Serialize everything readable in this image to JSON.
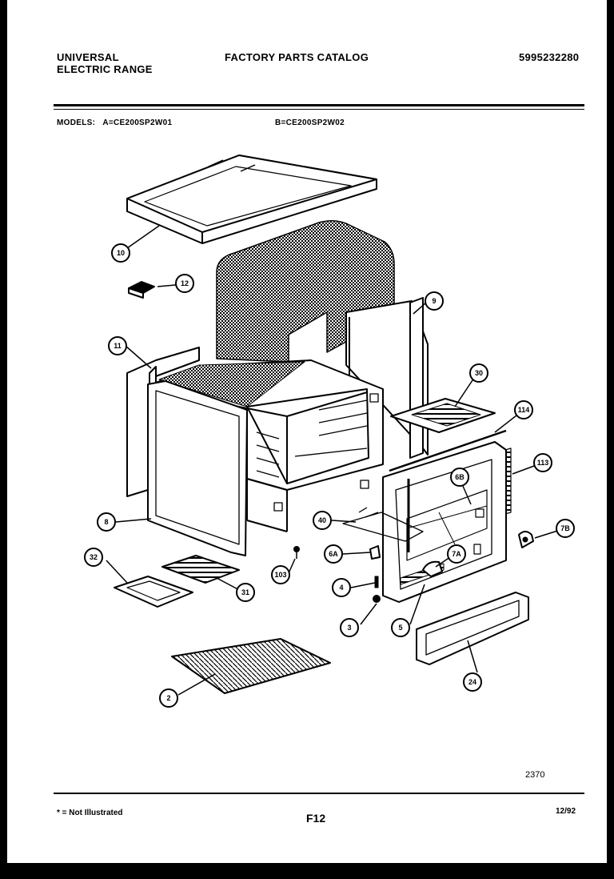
{
  "header": {
    "brand_line1": "UNIVERSAL",
    "brand_line2": "ELECTRIC RANGE",
    "catalog_title": "FACTORY PARTS CATALOG",
    "catalog_number": "5995232280",
    "models_label": "MODELS:",
    "model_a": "A=CE200SP2W01",
    "model_b": "B=CE200SP2W02"
  },
  "callouts": [
    {
      "id": "c10",
      "label": "10"
    },
    {
      "id": "c12",
      "label": "12"
    },
    {
      "id": "c9",
      "label": "9"
    },
    {
      "id": "c11",
      "label": "11"
    },
    {
      "id": "c30",
      "label": "30"
    },
    {
      "id": "c114",
      "label": "114"
    },
    {
      "id": "c113",
      "label": "113"
    },
    {
      "id": "c6b",
      "label": "6B"
    },
    {
      "id": "c8",
      "label": "8"
    },
    {
      "id": "c40",
      "label": "40"
    },
    {
      "id": "c7b",
      "label": "7B"
    },
    {
      "id": "c32",
      "label": "32"
    },
    {
      "id": "c6a",
      "label": "6A"
    },
    {
      "id": "c7a",
      "label": "7A"
    },
    {
      "id": "c103",
      "label": "103"
    },
    {
      "id": "c31",
      "label": "31"
    },
    {
      "id": "c4",
      "label": "4"
    },
    {
      "id": "c3",
      "label": "3"
    },
    {
      "id": "c5",
      "label": "5"
    },
    {
      "id": "c24",
      "label": "24"
    },
    {
      "id": "c2",
      "label": "2"
    }
  ],
  "footer": {
    "drawing_number": "2370",
    "not_illustrated_note": "* = Not Illustrated",
    "page_code": "F12",
    "date": "12/92"
  }
}
